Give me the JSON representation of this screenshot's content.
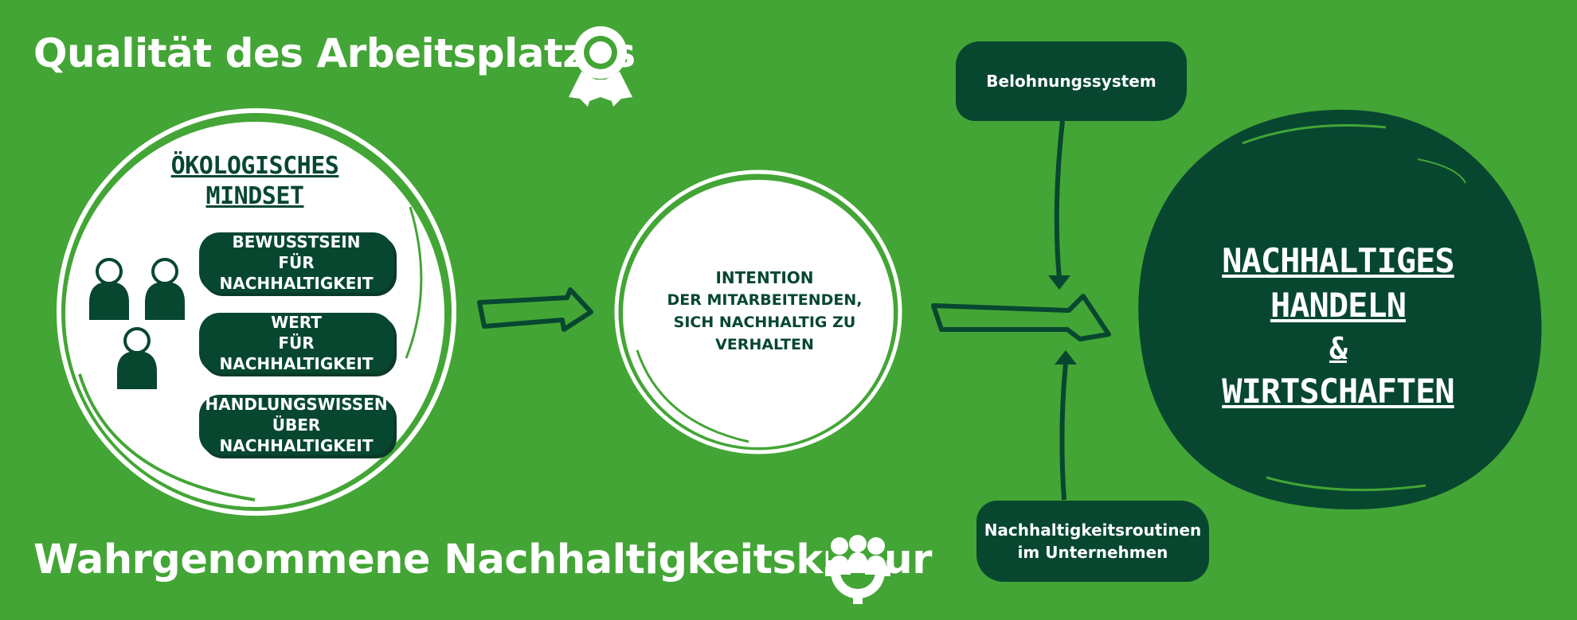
{
  "headings": {
    "top": "Qualität des Arbeitsplatzes",
    "bottom": "Wahrgenommene Nachhaltigkeitskultur"
  },
  "mindset": {
    "title": "ÖKOLOGISCHES\nMINDSET",
    "items": [
      "BEWUSSTSEIN\nFÜR NACHHALTIGKEIT",
      "WERT\nFÜR NACHHALTIGKEIT",
      "HANDLUNGSWISSEN\nÜBER NACHHALTIGKEIT"
    ]
  },
  "intention": {
    "title": "INTENTION",
    "text": "DER MITARBEITENDEN,\nSICH NACHHALTIG ZU\nVERHALTEN"
  },
  "moderators": {
    "top": "Belohnungssystem",
    "bottom": "Nachhaltigkeitsroutinen\nim Unternehmen"
  },
  "result": {
    "line1": "NACHHALTIGES",
    "line2": "HANDELN",
    "amp": "&",
    "line3": "WIRTSCHAFTEN"
  },
  "icons": {
    "top_heading": "award-ribbon-icon",
    "bottom_heading": "team-gear-icon",
    "people": "person-icon"
  },
  "colors": {
    "background": "#43a535",
    "dark_green": "#074730",
    "white": "#ffffff"
  }
}
